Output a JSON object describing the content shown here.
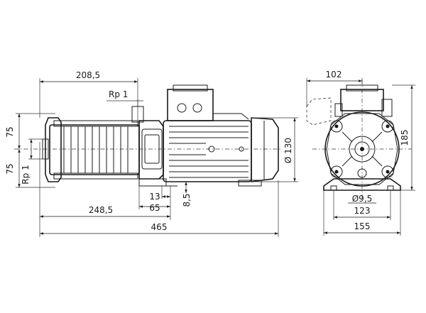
{
  "dimensions": {
    "side_view": {
      "overall_length": "465",
      "suction_to_motor_end": "248,5",
      "discharge_position": "208,5",
      "discharge_thread": "Rp 1",
      "suction_thread": "Rp 1",
      "upper_height": "75",
      "lower_height": "75",
      "foot_offset_13": "13",
      "foot_offset_65": "65",
      "foot_thickness": "8,5",
      "motor_diameter": "Ø 130"
    },
    "end_view": {
      "top_width": "102",
      "overall_height": "185",
      "hole_diameter": "Ø9,5",
      "hole_spacing": "123",
      "base_width": "155"
    }
  }
}
